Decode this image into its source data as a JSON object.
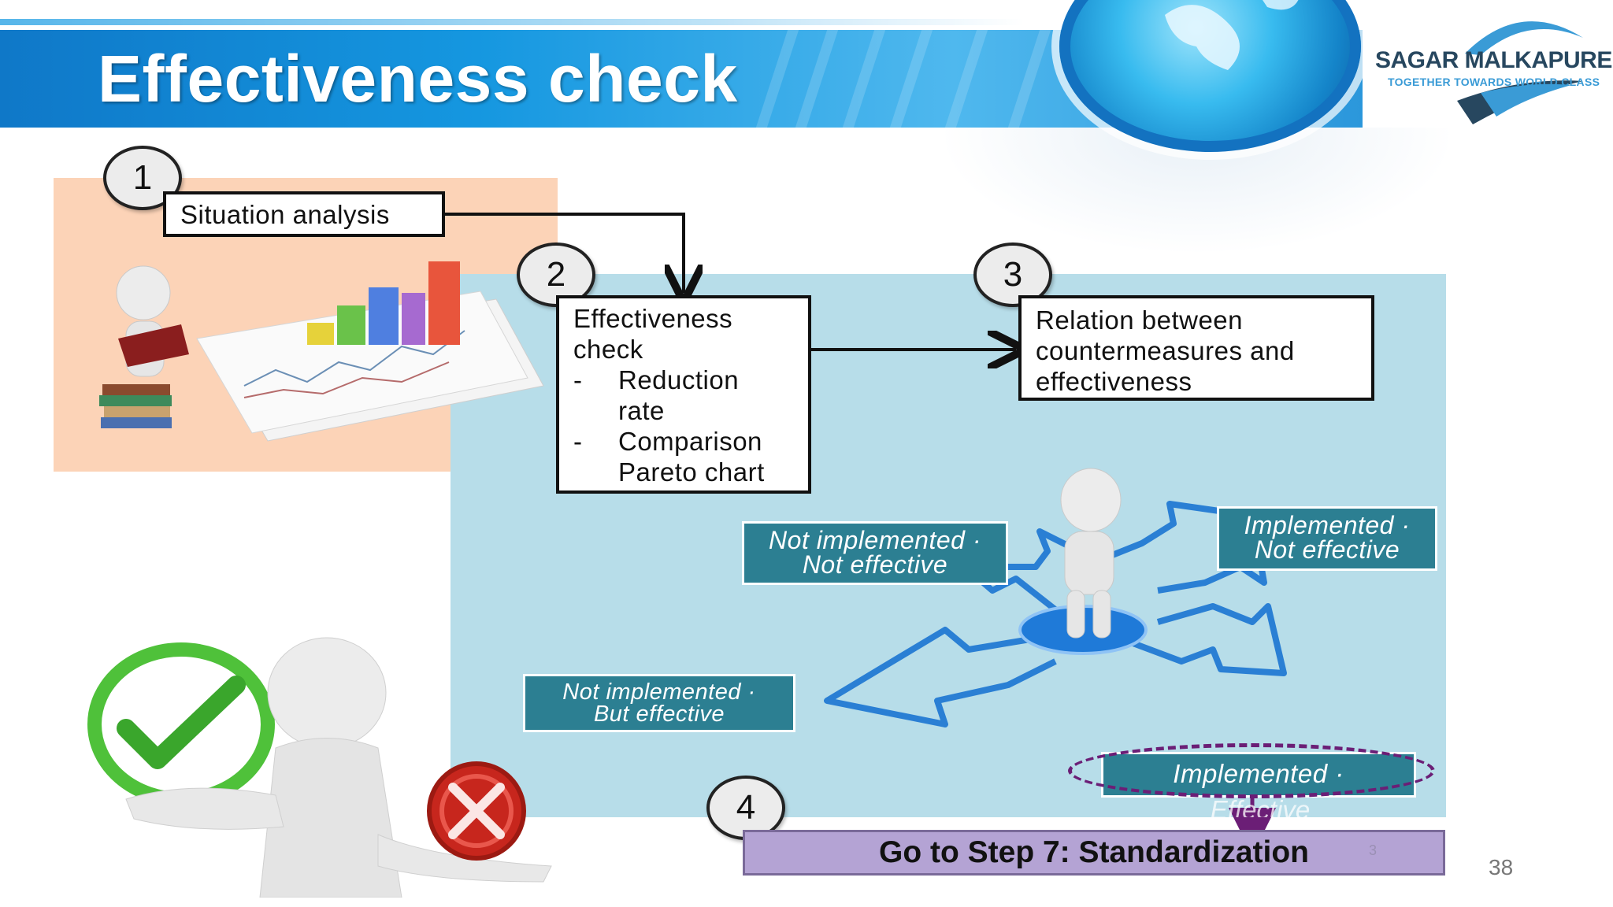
{
  "slide": {
    "title": "Effectiveness check",
    "page_number": "38"
  },
  "logo": {
    "name": "SAGAR MALKAPURE",
    "tagline": "TOGETHER TOWARDS WORLD CLASS"
  },
  "steps": {
    "step1": {
      "number": "1",
      "label": "Situation analysis"
    },
    "step2": {
      "number": "2",
      "lines": [
        "Effectiveness",
        "check",
        "-",
        "Reduction",
        "rate",
        "-",
        "Comparison",
        "Pareto chart"
      ]
    },
    "step3": {
      "number": "3",
      "lines": [
        "Relation between",
        "countermeasures  and",
        "effectiveness"
      ]
    },
    "step4": {
      "number": "4",
      "label": "Go to Step 7: Standardization",
      "note": "3"
    }
  },
  "quadrant_labels": {
    "not_impl_not_eff": [
      "Not implemented ·",
      "Not effective"
    ],
    "impl_not_eff": [
      "Implemented ·",
      "Not effective"
    ],
    "not_impl_but_eff": [
      "Not implemented ·",
      "But effective"
    ],
    "impl_eff": [
      "Implemented ·",
      "Effective"
    ]
  },
  "colors": {
    "header_blue": "#1597e0",
    "peach_panel": "#fcd3b7",
    "blue_panel": "#b7dde9",
    "teal_label": "#2c7f92",
    "step_bar": "#b4a3d4",
    "dashed_oval": "#6b1e76",
    "arrows_blue": "#2a7fd4"
  },
  "icons": [
    "figure-reading-icon",
    "bar-chart-icon",
    "thinking-figure-icon",
    "direction-arrows-icon",
    "check-mark-icon",
    "x-mark-icon",
    "figure-holding-icon",
    "globe-icon",
    "logo-wave-icon"
  ]
}
